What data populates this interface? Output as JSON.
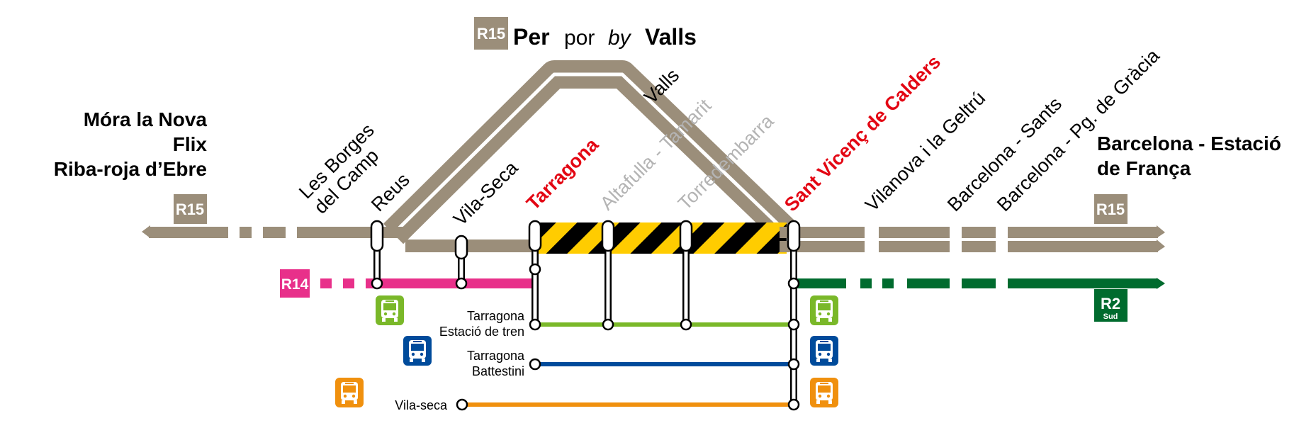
{
  "header": {
    "route_badge": "R15",
    "w1": "Per",
    "w2": "por",
    "w3": "by",
    "w4": "Valls"
  },
  "left_terminus": [
    "Móra la Nova",
    "Flix",
    "Riba-roja d’Ebre"
  ],
  "right_terminus": [
    "Barcelona - Estació",
    "de França"
  ],
  "line_badges": {
    "r15_left": "R15",
    "r15_right": "R15",
    "r14": "R14",
    "r2_line": "R2",
    "r2_sub": "Sud"
  },
  "stations": {
    "les_borges": [
      "Les Borges",
      "del Camp"
    ],
    "reus": "Reus",
    "vila_seca": "Vila-Seca",
    "tarragona": "Tarragona",
    "altafulla": "Altafulla - Tamarit",
    "torredembarra": "Torredembarra",
    "valls": "Valls",
    "sant_vicenc": "Sant Vicenç de Calders",
    "vilanova": "Vilanova i la Geltrú",
    "bcn_sants": "Barcelona - Sants",
    "bcn_pg_gracia": "Barcelona - Pg. de Gràcia"
  },
  "bus_stops": {
    "tarragona_estacio": [
      "Tarragona",
      "Estació de tren"
    ],
    "tarragona_battestini": [
      "Tarragona",
      "Battestini"
    ],
    "vila_seca": "Vila-seca"
  },
  "colors": {
    "rail": "#9b8e7a",
    "r14": "#e8308a",
    "r2": "#006b2e",
    "bus_green": "#7ab829",
    "bus_blue": "#004b9b",
    "bus_orange": "#f0900e",
    "highlight_red": "#e30613",
    "inactive_grey": "#b4b4b4",
    "hazard_yellow": "#ffcc00"
  }
}
